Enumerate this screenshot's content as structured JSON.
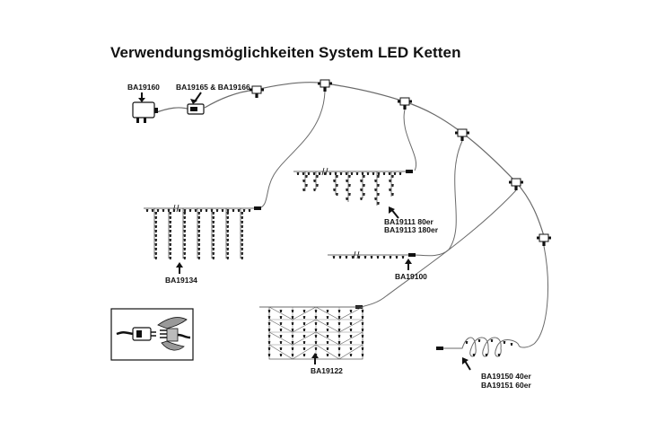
{
  "title": "Verwendungsmöglichkeiten System LED Ketten",
  "labels": {
    "adapter": "BA19160",
    "controller": "BA19165 & BA19166",
    "icicle_small_1": "BA19111 80er",
    "icicle_small_2": "BA19113 180er",
    "icicle_large": "BA19134",
    "string_chain": "BA19100",
    "net_light": "BA19122",
    "coil_chain_1": "BA19150  40er",
    "coil_chain_2": "BA19151  60er"
  },
  "colors": {
    "line": "#6a6a6a",
    "ink": "#111111",
    "bulb": "#222222"
  },
  "icons": {
    "adapter": "power-adapter-icon",
    "controller": "controller-box-icon",
    "connector": "t-connector-icon",
    "inset": "plug-connector-detail-icon"
  }
}
